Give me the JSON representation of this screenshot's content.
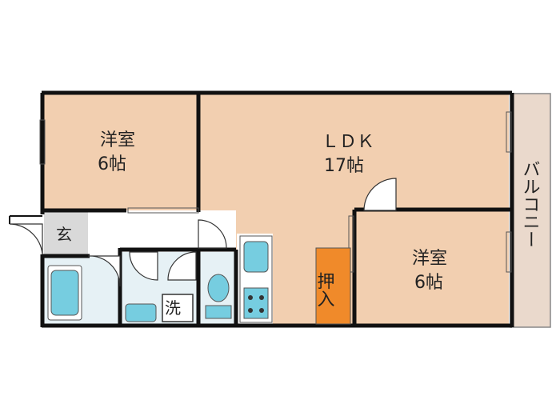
{
  "colors": {
    "room_fill": "#f2cfb0",
    "wet_fill": "#e6f1f5",
    "entry_fill": "#d9d9d9",
    "balcony_fill": "#ead9cc",
    "fixture_fill": "#76cde0",
    "closet_fill": "#f08a2a",
    "wall": "#111111"
  },
  "rooms": {
    "western_room_left": {
      "name": "洋室",
      "size": "6帖"
    },
    "ldk": {
      "name": "ＬＤＫ",
      "size": "17帖"
    },
    "western_room_right": {
      "name": "洋室",
      "size": "6帖"
    },
    "entrance": {
      "name": "玄"
    },
    "closet": {
      "name": "押入"
    },
    "washer": {
      "name": "洗"
    },
    "balcony": {
      "name": "バルコニー"
    }
  }
}
